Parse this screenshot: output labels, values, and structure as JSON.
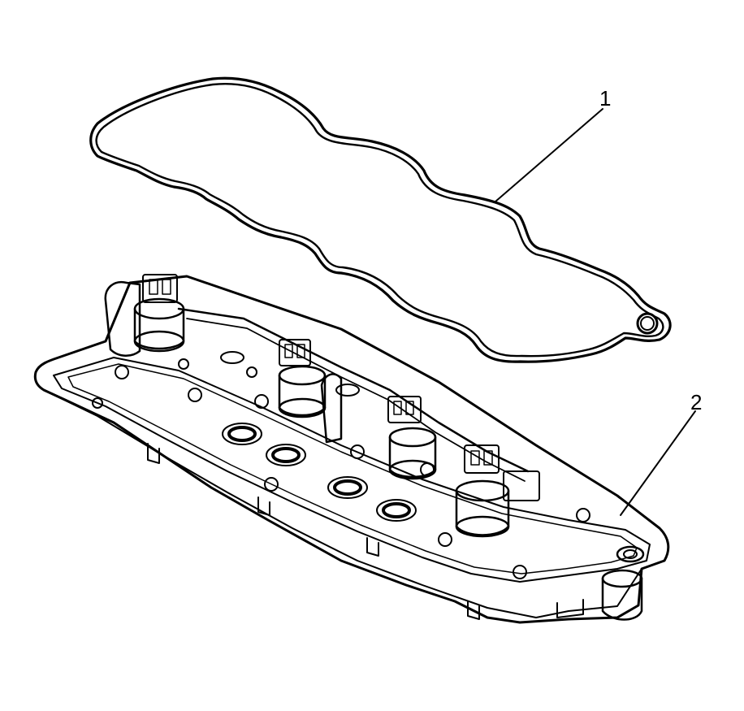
{
  "callouts": [
    {
      "id": "1",
      "label": "1",
      "part": "gasket"
    },
    {
      "id": "2",
      "label": "2",
      "part": "cover"
    }
  ],
  "colors": {
    "ink": "#000000",
    "background": "#ffffff",
    "fill": "#ffffff"
  }
}
